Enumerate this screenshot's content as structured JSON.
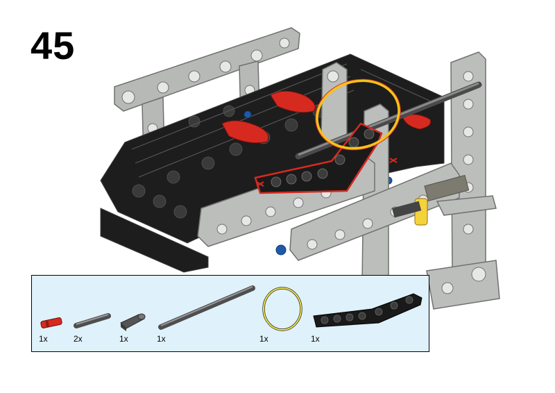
{
  "step": {
    "number": "45"
  },
  "parts": [
    {
      "name": "red-axle-pin",
      "qty": "1x"
    },
    {
      "name": "short-axle",
      "qty": "2x"
    },
    {
      "name": "axle-connector",
      "qty": "1x"
    },
    {
      "name": "long-axle",
      "qty": "1x"
    },
    {
      "name": "rubber-band",
      "qty": "1x"
    },
    {
      "name": "bent-liftarm",
      "qty": "1x"
    }
  ],
  "colors": {
    "light_gray": "#b4b6b4",
    "black": "#1a1a1a",
    "red": "#d62a20",
    "blue": "#1e5aa8",
    "yellow": "#f5d23c",
    "parts_bg": "#dff1fb"
  }
}
